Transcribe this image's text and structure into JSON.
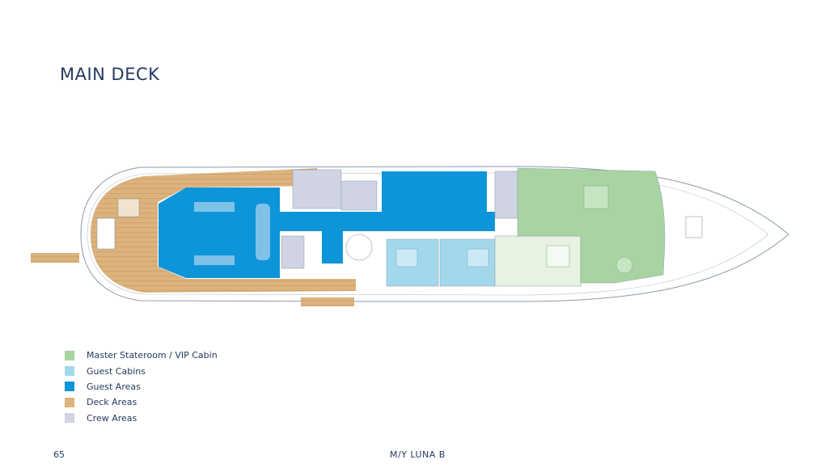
{
  "page": {
    "title": "MAIN DECK",
    "page_number": "65",
    "yacht_name": "M/Y LUNA B"
  },
  "colors": {
    "master": "#a8d4a2",
    "guest_cabins": "#a3d8ec",
    "guest_areas": "#0d95d9",
    "deck": "#dcb27d",
    "crew": "#d0d3e4",
    "outline": "#8a9aa8",
    "text": "#243a5e"
  },
  "legend": [
    {
      "label": "Master Stateroom / VIP Cabin",
      "color": "#a8d4a2"
    },
    {
      "label": "Guest Cabins",
      "color": "#a3d8ec"
    },
    {
      "label": "Guest Areas",
      "color": "#0d95d9"
    },
    {
      "label": "Deck Areas",
      "color": "#dcb27d"
    },
    {
      "label": "Crew Areas",
      "color": "#d0d3e4"
    }
  ]
}
